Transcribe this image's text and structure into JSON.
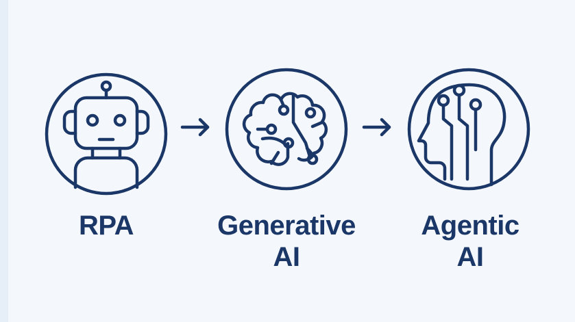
{
  "diagram": {
    "title": "",
    "colors": {
      "background": "#f4f8fc",
      "stroke": "#1b3768",
      "text": "#1b3768"
    },
    "nodes": [
      {
        "id": "rpa",
        "icon": "robot-icon",
        "label_line1": "RPA",
        "label_line2": ""
      },
      {
        "id": "generative-ai",
        "icon": "brain-circuit-icon",
        "label_line1": "Generative",
        "label_line2": "AI"
      },
      {
        "id": "agentic-ai",
        "icon": "head-circuit-icon",
        "label_line1": "Agentic",
        "label_line2": "AI"
      }
    ],
    "edges": [
      {
        "from": "rpa",
        "to": "generative-ai",
        "icon": "arrow-right-icon"
      },
      {
        "from": "generative-ai",
        "to": "agentic-ai",
        "icon": "arrow-right-icon"
      }
    ]
  }
}
